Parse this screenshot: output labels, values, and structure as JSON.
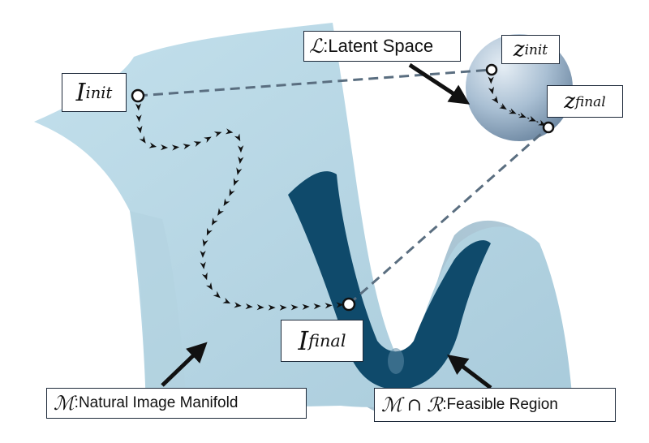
{
  "labels": {
    "latent": {
      "symbol": "ℒ",
      "colon": ":",
      "text": "Latent Space"
    },
    "manifold": {
      "symbol": "ℳ",
      "colon": ":",
      "text": "Natural Image Manifold"
    },
    "feasible": {
      "symbol_m": "ℳ",
      "cap": "∩",
      "symbol_r": "ℛ",
      "colon": ":",
      "text": "Feasible Region"
    },
    "i_init": {
      "base": "I",
      "sub": "init"
    },
    "i_final": {
      "base": "I",
      "sub": "final"
    },
    "z_init": {
      "base": "z",
      "sub": "init"
    },
    "z_final": {
      "base": "z",
      "sub": "final"
    }
  },
  "colors": {
    "manifold_light": "#b9d9e6",
    "manifold_mid": "#a6c6d6",
    "feasible_region": "#0f4a6b",
    "sphere": "#9fb6cc",
    "dashed_line": "#5a6e80",
    "arrow": "#111111"
  }
}
